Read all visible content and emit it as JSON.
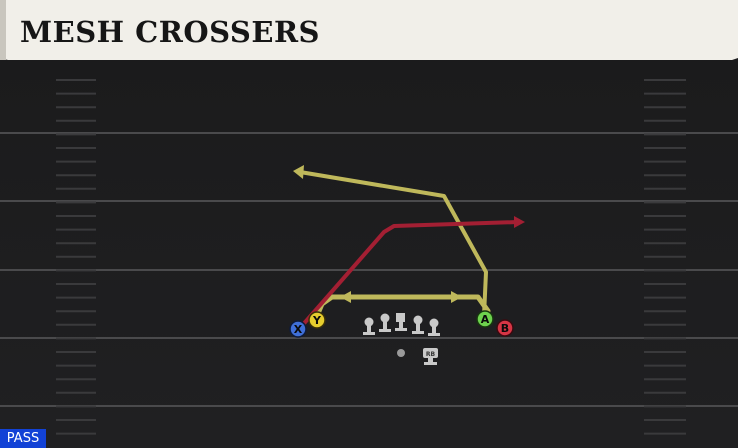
{
  "play": {
    "title": "MESH CROSSERS",
    "type_label": "PASS"
  },
  "colors": {
    "field": "#1d1d1f",
    "yard_line": "#4a4a4c",
    "hash_mark": "#3a3a3c",
    "title_bg": "#f1efe9",
    "route_gold": "#bfb85b",
    "route_red": "#a31f33",
    "pass_badge": "#1242d6"
  },
  "players": {
    "x": {
      "label": "X",
      "color": "#3f6fd8"
    },
    "y": {
      "label": "Y",
      "color": "#e6cd2e"
    },
    "a": {
      "label": "A",
      "color": "#6ed24e"
    },
    "b": {
      "label": "B",
      "color": "#d63545"
    },
    "rb": {
      "label": "RB"
    }
  }
}
